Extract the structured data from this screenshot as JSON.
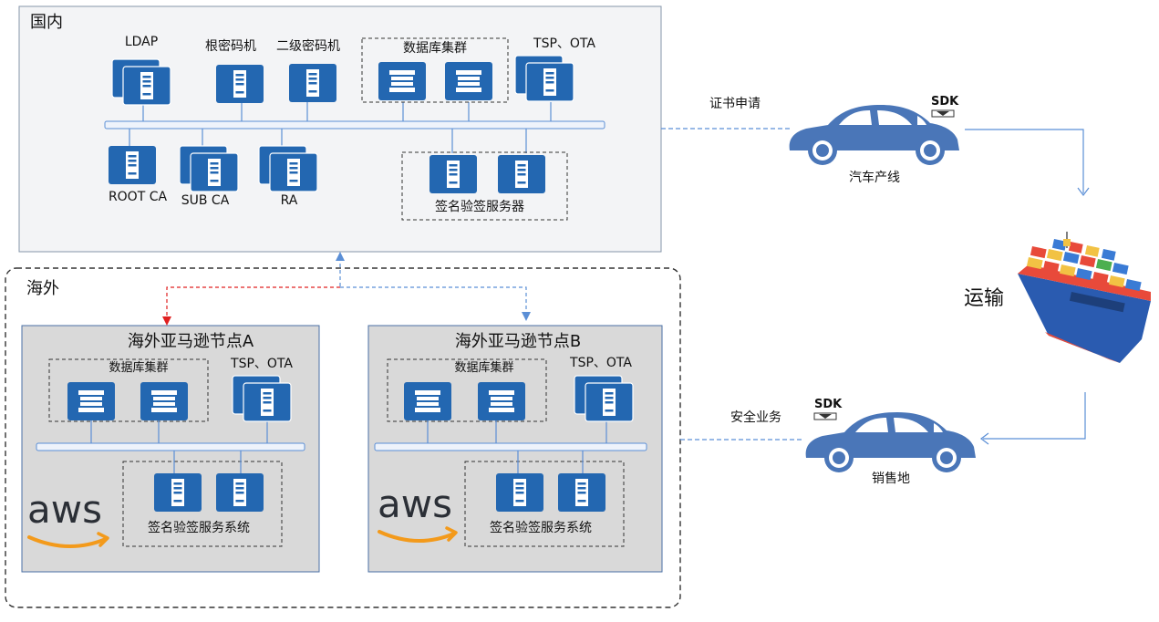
{
  "domestic": {
    "title": "国内",
    "servers": {
      "ldap": "LDAP",
      "root_hsm": "根密码机",
      "secondary_hsm": "二级密码机",
      "db_cluster": "数据库集群",
      "tsp_ota": "TSP、OTA",
      "root_ca": "ROOT CA",
      "sub_ca": "SUB CA",
      "ra": "RA",
      "sign_verify_servers": "签名验签服务器"
    }
  },
  "overseas": {
    "title": "海外",
    "node_a": {
      "title": "海外亚马逊节点A",
      "db_cluster": "数据库集群",
      "tsp_ota": "TSP、OTA",
      "sign_verify_system": "签名验签服务系统",
      "logo_text": "aws"
    },
    "node_b": {
      "title": "海外亚马逊节点B",
      "db_cluster": "数据库集群",
      "tsp_ota": "TSP、OTA",
      "sign_verify_system": "签名验签服务系统",
      "logo_text": "aws"
    }
  },
  "flow": {
    "cert_request": "证书申请",
    "production_line": "汽车产线",
    "transport": "运输",
    "security_services": "安全业务",
    "sales_location": "销售地",
    "sdk_badge": "SDK"
  },
  "colors": {
    "server_blue": "#2367b1",
    "car_blue": "#4a76b8",
    "line_blue": "#5b8fd6",
    "accent_red": "#e02020",
    "aws_orange": "#f39a1b",
    "panel_bg": "#f3f4f6",
    "node_bg": "#d9d9d9"
  }
}
